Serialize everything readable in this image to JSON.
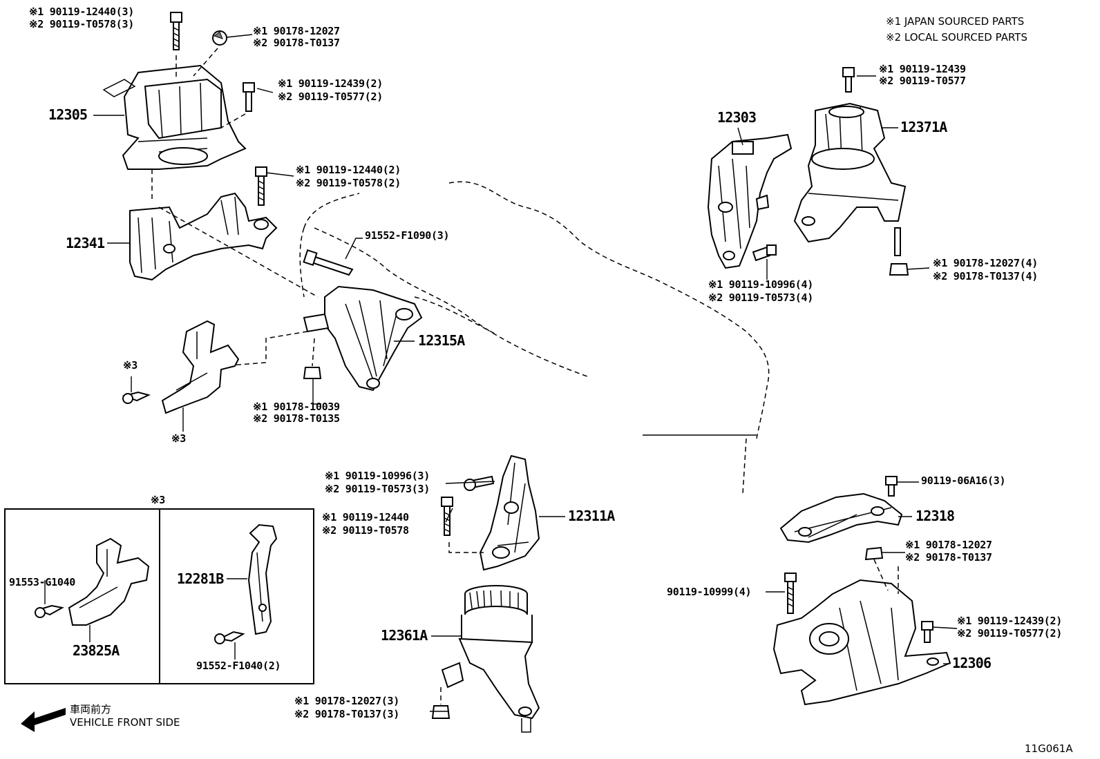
{
  "legend": {
    "note1": "※1 JAPAN SOURCED PARTS",
    "note2": "※2 LOCAL SOURCED PARTS"
  },
  "figure_code": "11G061A",
  "vehicle_front": {
    "jp": "車両前方",
    "en": "VEHICLE FRONT SIDE"
  },
  "box_title": "※3",
  "parts": {
    "p12305": "12305",
    "p12341": "12341",
    "p12315A": "12315A",
    "p12303": "12303",
    "p12371A": "12371A",
    "p12311A": "12311A",
    "p12361A": "12361A",
    "p12318": "12318",
    "p12306": "12306",
    "p12281B": "12281B",
    "p23825A": "23825A",
    "x3_screw": "※3",
    "x3_bracket": "※3"
  },
  "fasteners": {
    "f1a": "※1 90119-12440(3)",
    "f1b": "※2 90119-T0578(3)",
    "f2a": "※1 90178-12027",
    "f2b": "※2 90178-T0137",
    "f3a": "※1 90119-12439(2)",
    "f3b": "※2 90119-T0577(2)",
    "f4a": "※1 90119-12440(2)",
    "f4b": "※2 90119-T0578(2)",
    "f5": "91552-F1090(3)",
    "f6a": "※1 90178-10039",
    "f6b": "※2 90178-T0135",
    "f7a": "※1 90119-12439",
    "f7b": "※2 90119-T0577",
    "f8a": "※1 90119-10996(4)",
    "f8b": "※2 90119-T0573(4)",
    "f9a": "※1 90178-12027(4)",
    "f9b": "※2 90178-T0137(4)",
    "f10a": "※1 90119-10996(3)",
    "f10b": "※2 90119-T0573(3)",
    "f11a": "※1 90119-12440",
    "f11b": "※2 90119-T0578",
    "f12a": "※1 90178-12027(3)",
    "f12b": "※2 90178-T0137(3)",
    "f13": "90119-06A16(3)",
    "f14a": "※1 90178-12027",
    "f14b": "※2 90178-T0137",
    "f15": "90119-10999(4)",
    "f16a": "※1 90119-12439(2)",
    "f16b": "※2 90119-T0577(2)",
    "f17": "91553-G1040",
    "f18": "91552-F1040(2)"
  },
  "colors": {
    "ink": "#000000",
    "paper": "#ffffff"
  }
}
